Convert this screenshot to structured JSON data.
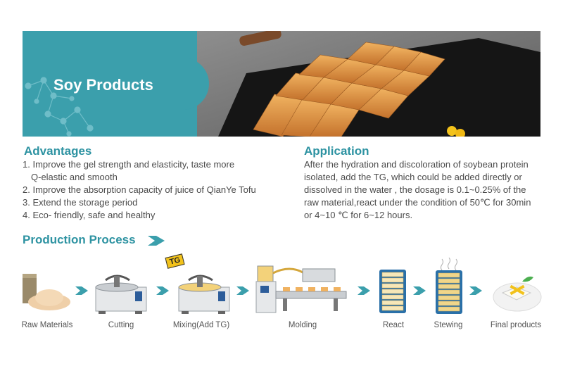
{
  "banner": {
    "title": "Soy Products"
  },
  "advantages": {
    "title": "Advantages",
    "lines": [
      "1. Improve the gel strength and elasticity, taste more",
      "Q-elastic and smooth",
      "2. Improve the absorption capacity of juice of QianYe Tofu",
      "3. Extend the storage period",
      "4.  Eco- friendly, safe and healthy"
    ]
  },
  "application": {
    "title": "Application",
    "lines": [
      "After the hydration and discoloration of soybean protein",
      "isolated, add the TG, which could be added directly or",
      "dissolved in the water , the dosage is  0.1~0.25% of the",
      "raw material,react under the condition of 50℃ for 30min",
      "or 4~10 ℃ for 6~12 hours."
    ]
  },
  "process": {
    "title": "Production Process",
    "tg_label": "TG",
    "steps": [
      {
        "label": "Raw Materials"
      },
      {
        "label": "Cutting"
      },
      {
        "label": "Mixing(Add TG)"
      },
      {
        "label": "Molding"
      },
      {
        "label": "React"
      },
      {
        "label": "Stewing"
      },
      {
        "label": "Final products"
      }
    ]
  },
  "colors": {
    "teal": "#3b9fac",
    "heading": "#2e93a2",
    "tg_yellow": "#f2c21b"
  }
}
